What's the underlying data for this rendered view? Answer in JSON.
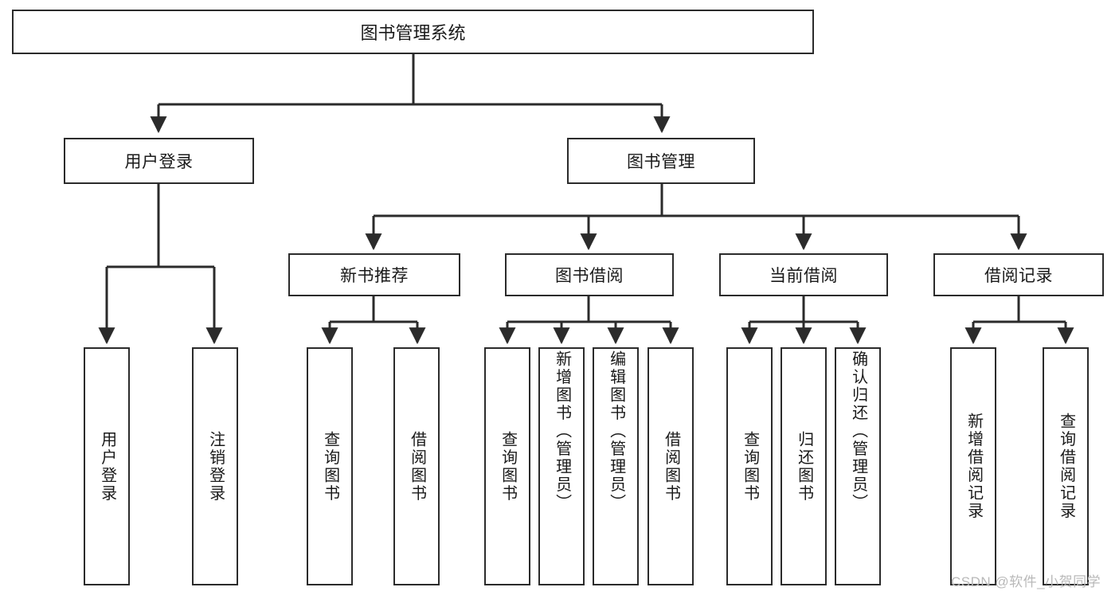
{
  "diagram": {
    "title": "图书管理系统",
    "type": "tree",
    "orientation": "top-down",
    "colors": {
      "border": "#2b2b2b",
      "background": "#ffffff",
      "text": "#1a1a1a",
      "watermark": "#b9b9b9"
    }
  },
  "root": {
    "label": "图书管理系统"
  },
  "level2": [
    {
      "label": "用户登录"
    },
    {
      "label": "图书管理"
    }
  ],
  "level3": [
    {
      "label": "新书推荐"
    },
    {
      "label": "图书借阅"
    },
    {
      "label": "当前借阅"
    },
    {
      "label": "借阅记录"
    }
  ],
  "leaves": {
    "user_login": [
      {
        "label": "用户登录"
      },
      {
        "label": "注销登录"
      }
    ],
    "new_book_recommend": [
      {
        "label": "查询图书"
      },
      {
        "label": "借阅图书"
      }
    ],
    "book_borrow": [
      {
        "label": "查询图书"
      },
      {
        "label": "新增图书（管理员）"
      },
      {
        "label": "编辑图书（管理员）"
      },
      {
        "label": "借阅图书"
      }
    ],
    "current_borrow": [
      {
        "label": "查询图书"
      },
      {
        "label": "归还图书"
      },
      {
        "label": "确认归还（管理员）"
      }
    ],
    "borrow_record": [
      {
        "label": "新增借阅记录"
      },
      {
        "label": "查询借阅记录"
      }
    ]
  },
  "watermark": {
    "text": "CSDN @软件_小贺同学"
  }
}
